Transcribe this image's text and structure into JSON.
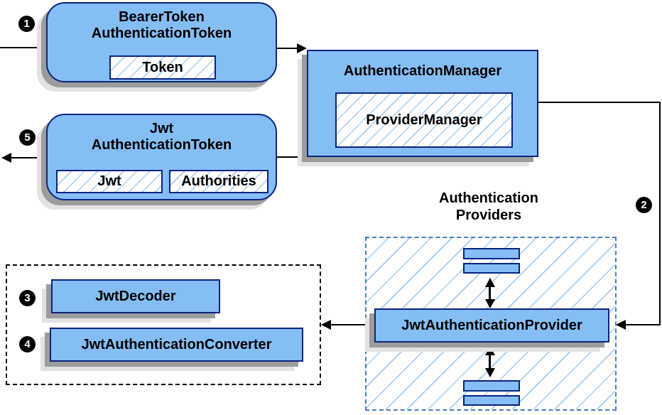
{
  "nodes": {
    "bearer_token": {
      "line1": "BearerToken",
      "line2": "AuthenticationToken",
      "token_chip": "Token"
    },
    "authentication_manager": {
      "title": "AuthenticationManager",
      "provider_manager_chip": "ProviderManager"
    },
    "jwt_authentication_token": {
      "line1": "Jwt",
      "line2": "AuthenticationToken",
      "jwt_chip": "Jwt",
      "authorities_chip": "Authorities"
    },
    "authentication_providers": {
      "label_line1": "Authentication",
      "label_line2": "Providers"
    },
    "jwt_authentication_provider": {
      "label": "JwtAuthenticationProvider"
    },
    "jwt_decoder": {
      "label": "JwtDecoder"
    },
    "jwt_authentication_converter": {
      "label": "JwtAuthenticationConverter"
    }
  },
  "markers": {
    "step1": "1",
    "step2": "2",
    "step3": "3",
    "step4": "4",
    "step5": "5"
  },
  "colors": {
    "node_fill": "#85bef4",
    "node_border": "#0a2382",
    "hatch_line": "#a8cbf0",
    "providers_dashed_border": "#4a7ebb",
    "black_dashed_border": "#000000",
    "shadow_dark": "#9c9c9c",
    "shadow_light": "#e2e2e2",
    "arrow": "#000000",
    "badge_background": "#000000",
    "badge_text": "#ffffff"
  }
}
